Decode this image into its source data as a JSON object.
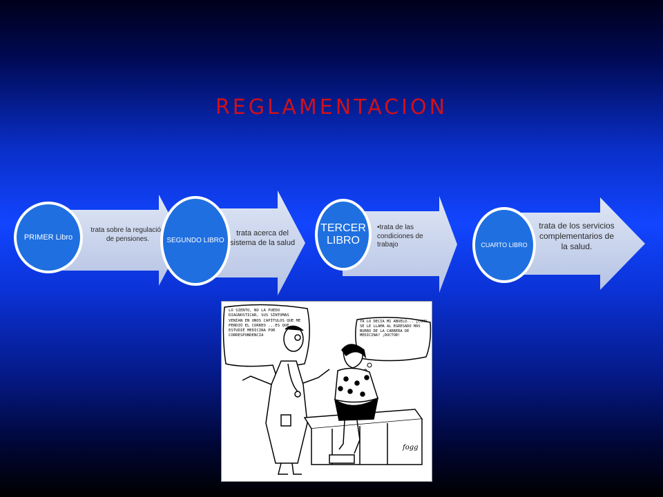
{
  "title": "REGLAMENTACION",
  "steps": [
    {
      "circle_label": "PRIMER Libro",
      "arrow_text": "trata sobre la regulación de pensiones."
    },
    {
      "circle_label": "SEGUNDO LIBRO",
      "arrow_text": "trata acerca del sistema de la salud"
    },
    {
      "circle_label": "TERCER LIBRO",
      "arrow_text": "•trata de las condiciones de trabajo"
    },
    {
      "circle_label": "CUARTO LIBRO",
      "arrow_text": "trata de los servicios complementarios de la salud."
    }
  ],
  "cartoon": {
    "doctor_bubble": "LO SIENTO, NO LA PUEDO DIAGNOSTICAR, SUS SÍNTOMAS VENÍAN EN UNOS CAPÍTULOS QUE ME PERDIÓ EL CORREO ...ES QUE ESTUDIÉ MEDICINA POR CORRESPONDENCIA",
    "patient_bubble": "YA LO DECÍA MI ABUELO... ¿CÓMO SE LE LLAMA AL EGRESADO MÁS BURRO DE LA CARRERA DE MEDICINA? ¡DOCTOR!",
    "signature": "fogg"
  },
  "colors": {
    "title": "#d0101a",
    "circle": "#1f6fe0",
    "arrow": "#c9d5ee"
  }
}
